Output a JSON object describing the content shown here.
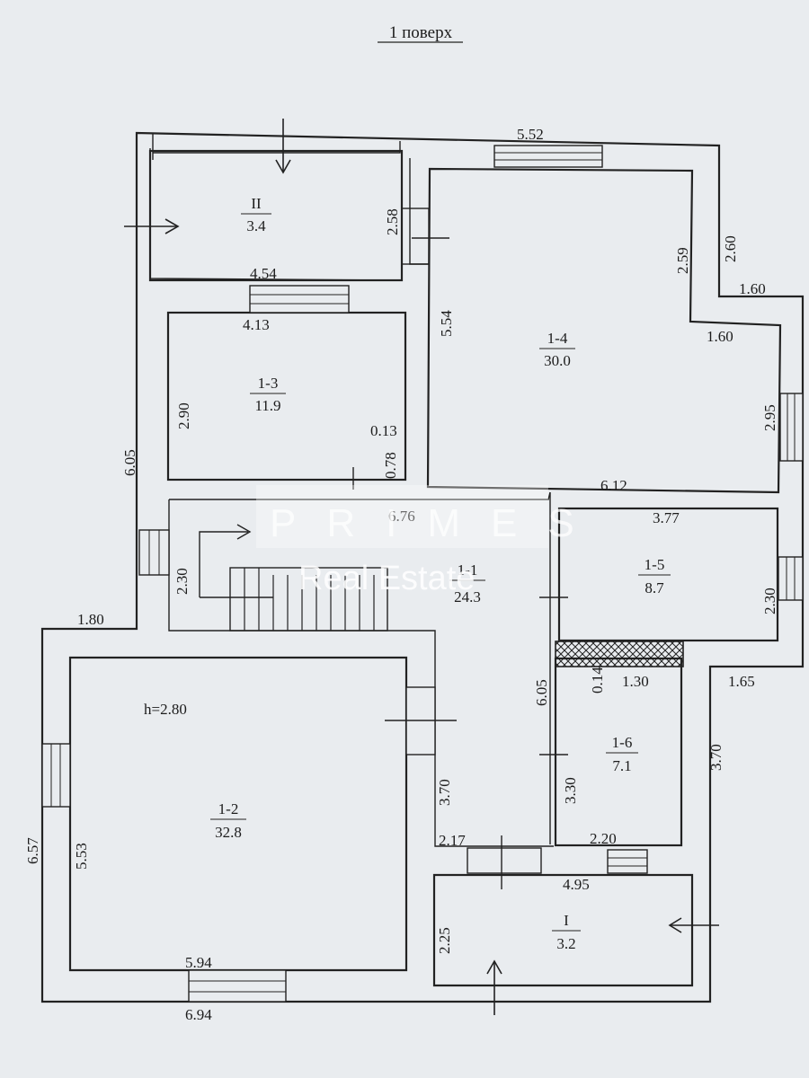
{
  "title": "1 поверх",
  "watermark": {
    "brand": "PRIMES",
    "sub": "Real Estate"
  },
  "rooms": [
    {
      "id": "II",
      "area": "3.4"
    },
    {
      "id": "1-3",
      "area": "11.9"
    },
    {
      "id": "1-4",
      "area": "30.0"
    },
    {
      "id": "1-1",
      "area": "24.3"
    },
    {
      "id": "1-5",
      "area": "8.7"
    },
    {
      "id": "1-6",
      "area": "7.1"
    },
    {
      "id": "1-2",
      "area": "32.8"
    },
    {
      "id": "I",
      "area": "3.2"
    }
  ],
  "height": "h=2.80",
  "dims": {
    "d552": "5.52",
    "d258": "2.58",
    "d260": "2.60",
    "d259": "2.59",
    "d160a": "1.60",
    "d160b": "1.60",
    "d454": "4.54",
    "d413": "4.13",
    "d554": "5.54",
    "d290": "2.90",
    "d013": "0.13",
    "d078": "0.78",
    "d605a": "6.05",
    "d295": "2.95",
    "d612": "6.12",
    "d676": "6.76",
    "d377": "3.77",
    "d230a": "2.30",
    "d230b": "2.30",
    "d180": "1.80",
    "d014": "0.14",
    "d130": "1.30",
    "d165": "1.65",
    "d605b": "6.05",
    "d280": "h=2.80",
    "d370a": "3.70",
    "d370b": "3.70",
    "d657": "6.57",
    "d553": "5.53",
    "d330": "3.30",
    "d217": "2.17",
    "d220": "2.20",
    "d495": "4.95",
    "d225": "2.25",
    "d594": "5.94",
    "d694": "6.94"
  }
}
